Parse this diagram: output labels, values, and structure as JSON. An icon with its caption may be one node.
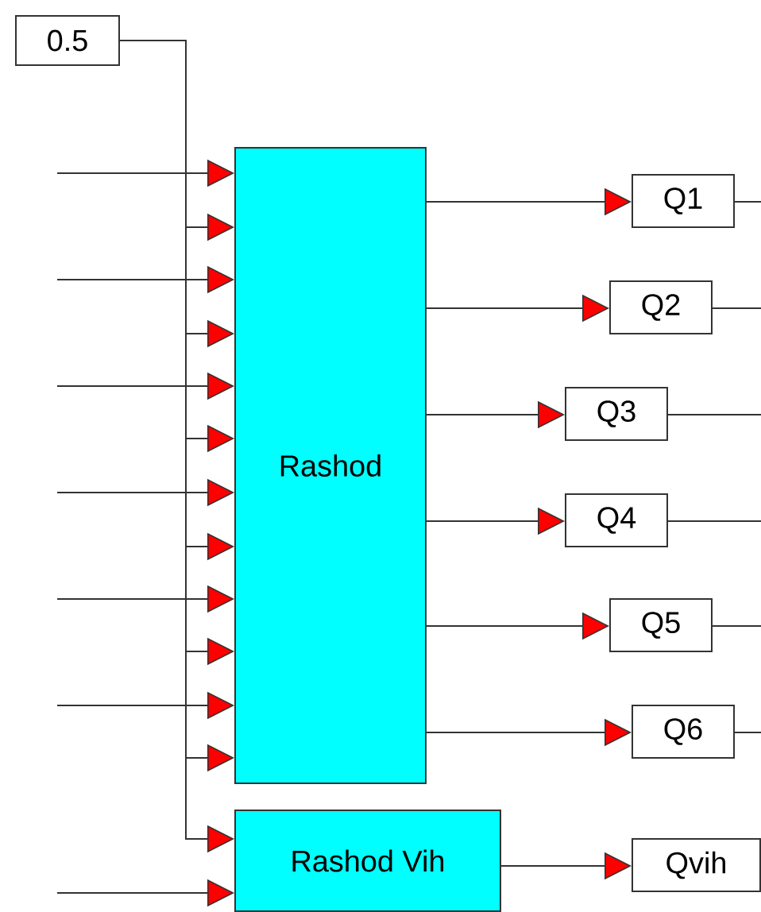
{
  "diagram": {
    "nodes": [
      {
        "text": [
          "0.5"
        ]
      },
      {
        "text": [
          "Rashod"
        ]
      },
      {
        "text": [
          "Rashod Vih"
        ]
      },
      {
        "text": [
          "Q1"
        ]
      },
      {
        "text": [
          "Q2"
        ]
      },
      {
        "text": [
          "Q3"
        ]
      },
      {
        "text": [
          "Q4"
        ]
      },
      {
        "text": [
          "Q5"
        ]
      },
      {
        "text": [
          "Q6"
        ]
      },
      {
        "text": [
          "Qvih"
        ]
      }
    ],
    "edges": [
      {
        "from": null,
        "to": 1,
        "arrow": "to"
      },
      {
        "from": 0,
        "to": 1,
        "arrow": "to"
      },
      {
        "from": null,
        "to": 1,
        "arrow": "to"
      },
      {
        "from": 0,
        "to": 1,
        "arrow": "to"
      },
      {
        "from": null,
        "to": 1,
        "arrow": "to"
      },
      {
        "from": 0,
        "to": 1,
        "arrow": "to"
      },
      {
        "from": null,
        "to": 1,
        "arrow": "to"
      },
      {
        "from": 0,
        "to": 1,
        "arrow": "to"
      },
      {
        "from": null,
        "to": 1,
        "arrow": "to"
      },
      {
        "from": 0,
        "to": 1,
        "arrow": "to"
      },
      {
        "from": null,
        "to": 1,
        "arrow": "to"
      },
      {
        "from": 0,
        "to": 1,
        "arrow": "to"
      },
      {
        "from": 0,
        "to": 2,
        "arrow": "to"
      },
      {
        "from": null,
        "to": 2,
        "arrow": "to"
      },
      {
        "from": 1,
        "to": 3,
        "arrow": "to"
      },
      {
        "from": 1,
        "to": 4,
        "arrow": "to"
      },
      {
        "from": 1,
        "to": 5,
        "arrow": "to"
      },
      {
        "from": 1,
        "to": 6,
        "arrow": "to"
      },
      {
        "from": 1,
        "to": 7,
        "arrow": "to"
      },
      {
        "from": 1,
        "to": 8,
        "arrow": "to"
      },
      {
        "from": 2,
        "to": 9,
        "arrow": "to"
      },
      {
        "from": 3,
        "to": null,
        "arrow": "none"
      },
      {
        "from": 4,
        "to": null,
        "arrow": "none"
      },
      {
        "from": 5,
        "to": null,
        "arrow": "none"
      },
      {
        "from": 6,
        "to": null,
        "arrow": "none"
      },
      {
        "from": 7,
        "to": null,
        "arrow": "none"
      },
      {
        "from": 8,
        "to": null,
        "arrow": "none"
      }
    ]
  }
}
